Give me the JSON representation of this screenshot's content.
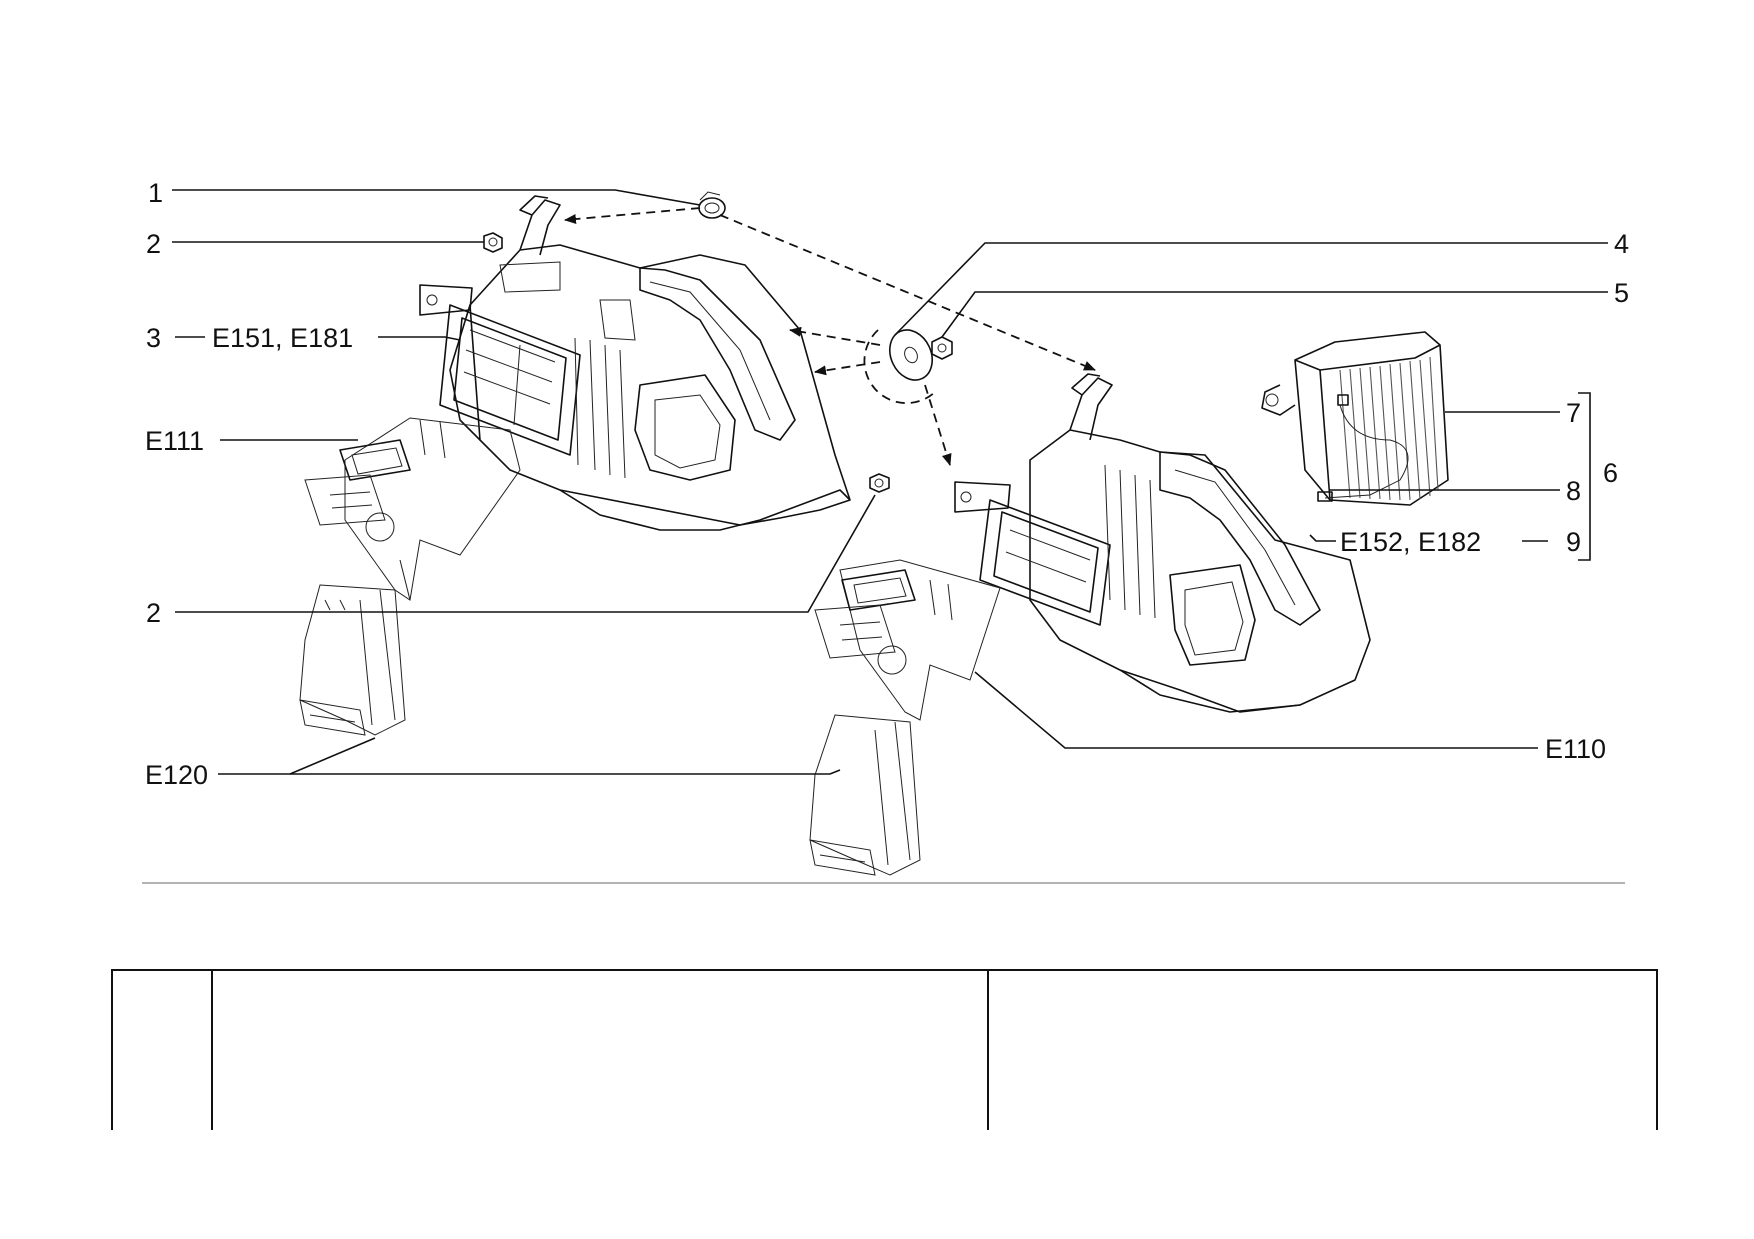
{
  "callouts": {
    "c1": "1",
    "c2a": "2",
    "c3": "3",
    "c3_codes": "E151, E181",
    "c_e111": "E111",
    "c2b": "2",
    "c_e120": "E120",
    "c4": "4",
    "c5": "5",
    "c7": "7",
    "c8": "8",
    "c6": "6",
    "c9": "9",
    "c9_codes": "E152, E182",
    "c_e110": "E110"
  },
  "icons": {
    "hose_clamp": "hose-clamp-icon",
    "nut": "nut-icon",
    "washer": "washer-icon",
    "evaporator": "evaporator-icon",
    "heater_unit": "heater-unit-icon",
    "air_duct": "air-duct-icon"
  },
  "colors": {
    "ink": "#111111",
    "background": "#ffffff"
  }
}
